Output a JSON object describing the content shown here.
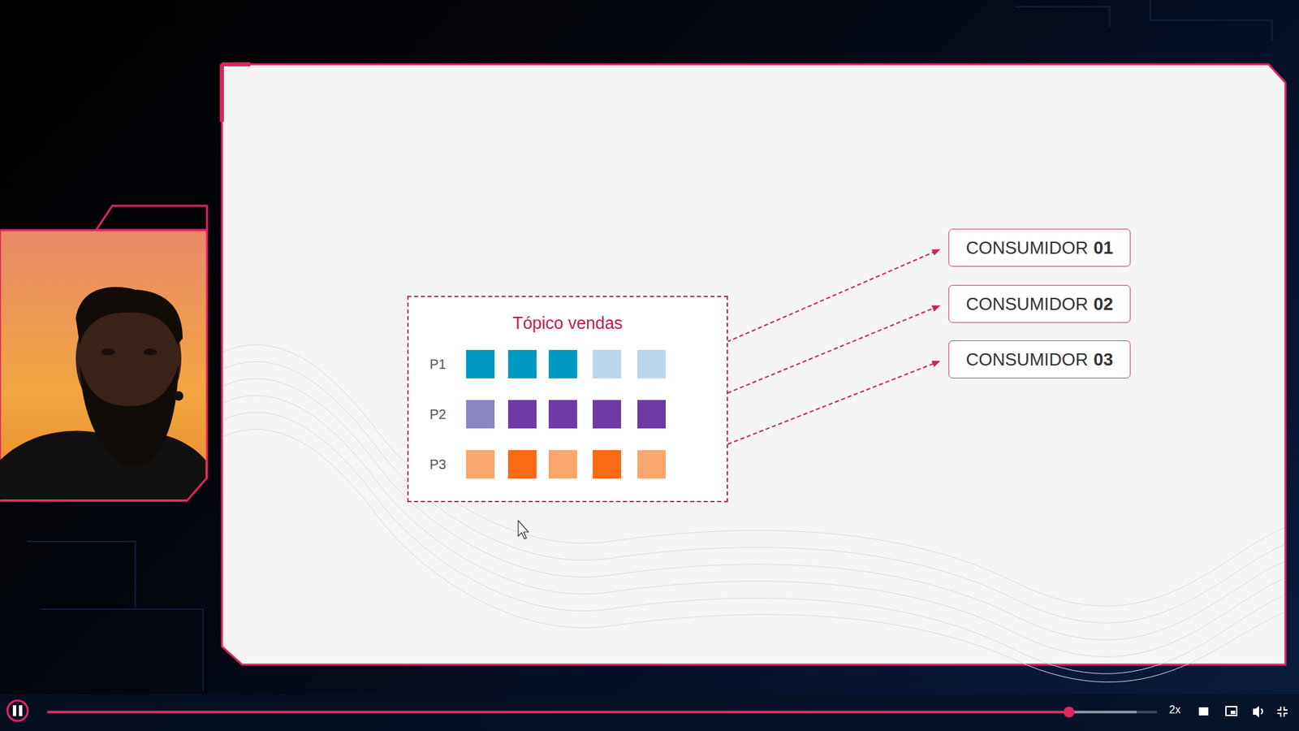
{
  "diagram": {
    "nodes": [
      {
        "text": [
          "Tópico vendas"
        ]
      },
      {
        "text": [
          "P1"
        ],
        "in": 0
      },
      {
        "text": [
          "P2"
        ],
        "in": 0
      },
      {
        "text": [
          "P3"
        ],
        "in": 0
      },
      {
        "text": [
          "CONSUMIDOR",
          "01"
        ]
      },
      {
        "text": [
          "CONSUMIDOR",
          "02"
        ]
      },
      {
        "text": [
          "CONSUMIDOR",
          "03"
        ]
      }
    ],
    "edges": [
      {
        "from": 1,
        "to": 4,
        "arrow": "to"
      },
      {
        "from": 2,
        "to": 5,
        "arrow": "to"
      },
      {
        "from": 3,
        "to": 6,
        "arrow": "to"
      }
    ],
    "labels": [
      "2x"
    ]
  }
}
